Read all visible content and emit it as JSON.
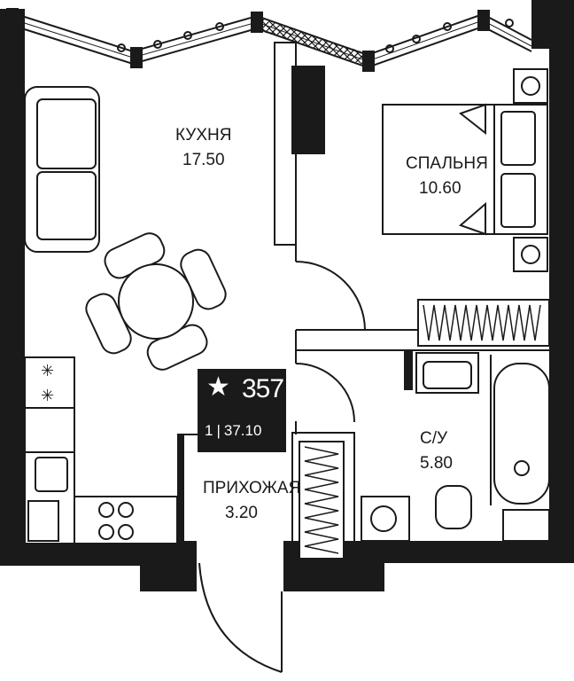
{
  "rooms": {
    "kitchen": {
      "name": "КУХНЯ",
      "area": "17.50"
    },
    "bedroom": {
      "name": "СПАЛЬНЯ",
      "area": "10.60"
    },
    "bathroom": {
      "name": "С/У",
      "area": "5.80"
    },
    "hallway": {
      "name": "ПРИХОЖАЯ",
      "area": "3.20"
    }
  },
  "badge": {
    "icon": "star-icon",
    "apartment_number": "357",
    "rooms_count": "1",
    "total_area": "37.10"
  },
  "colors": {
    "wall": "#1a1a1a",
    "line": "#1a1a1a",
    "background": "#ffffff"
  }
}
